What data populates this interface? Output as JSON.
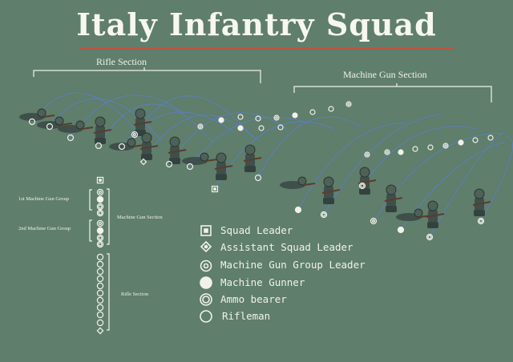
{
  "title": "Italy Infantry Squad",
  "sections": {
    "rifle_section": "Rifle Section",
    "machine_gun_section": "Machine Gun Section"
  },
  "column": {
    "group1": "1st Machine Gun Group",
    "group2": "2nd Machine Gun Group",
    "mg_section": "Machine Gun Section",
    "rifle_section": "Rifle Section"
  },
  "legend": [
    {
      "icon": "squad-leader-icon",
      "label": "Squad Leader"
    },
    {
      "icon": "assistant-squad-leader-icon",
      "label": "Assistant Squad Leader"
    },
    {
      "icon": "machine-gun-group-leader-icon",
      "label": "Machine Gun Group Leader"
    },
    {
      "icon": "machine-gunner-icon",
      "label": "Machine Gunner"
    },
    {
      "icon": "ammo-bearer-icon",
      "label": "Ammo bearer"
    },
    {
      "icon": "rifleman-icon",
      "label": "Rifleman"
    }
  ],
  "colors": {
    "background": "#5f7e6b",
    "accent_line": "#c4513f",
    "soldier": "#3f4f4b",
    "path": "#5b7fc4"
  }
}
